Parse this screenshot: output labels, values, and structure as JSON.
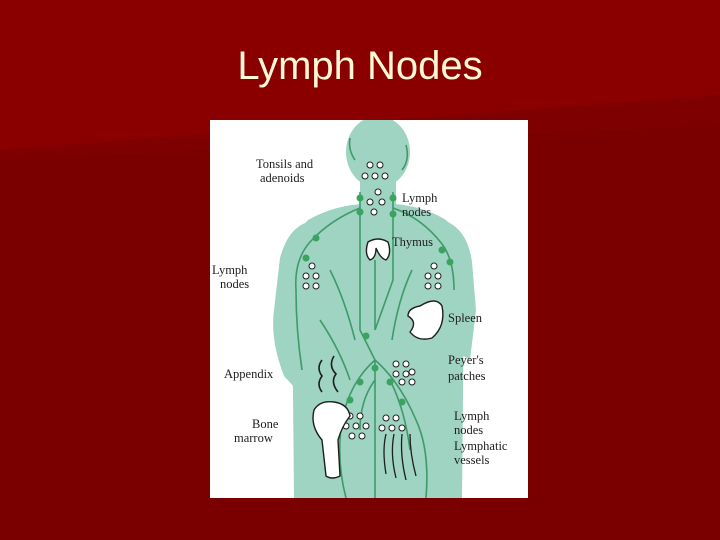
{
  "slide": {
    "title": "Lymph Nodes",
    "background_color": "#7a0000",
    "band_color": "#8c0000",
    "title_color": "#fff8d6"
  },
  "diagram": {
    "panel_color": "#ffffff",
    "body_color": "#9fd3c2",
    "vessel_color": "#3f9a6a",
    "node_color": "#3aa35f",
    "labels": {
      "tonsils_line1": "Tonsils and",
      "tonsils_line2": "adenoids",
      "lymph_nodes_neck_line1": "Lymph",
      "lymph_nodes_neck_line2": "nodes",
      "thymus": "Thymus",
      "lymph_nodes_left_line1": "Lymph",
      "lymph_nodes_left_line2": "nodes",
      "spleen": "Spleen",
      "peyers_line1": "Peyer's",
      "peyers_line2": "patches",
      "appendix": "Appendix",
      "bone_line1": "Bone",
      "bone_line2": "marrow",
      "lymph_nodes_right_line1": "Lymph",
      "lymph_nodes_right_line2": "nodes",
      "lymphatic_line1": "Lymphatic",
      "lymphatic_line2": "vessels"
    }
  }
}
